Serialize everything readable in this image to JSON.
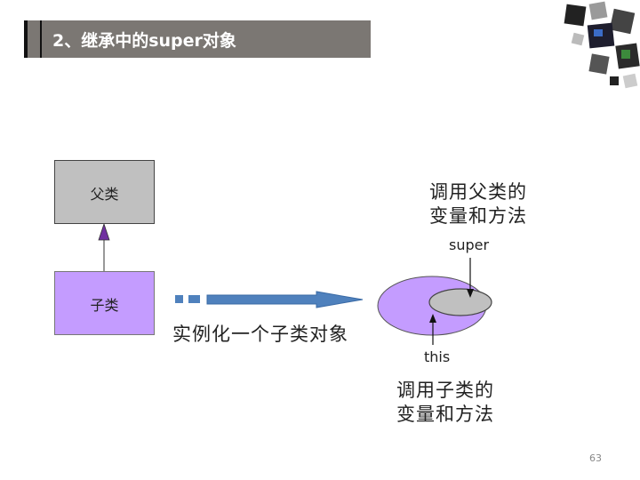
{
  "slide": {
    "title": "2、继承中的super对象",
    "page_number": "63"
  },
  "diagram": {
    "parent_label": "父类",
    "child_label": "子类",
    "instantiate_label": "实例化一个子类对象",
    "super_note_line1": "调用父类的",
    "super_note_line2": "变量和方法",
    "super_label": "super",
    "this_label": "this",
    "this_note_line1": "调用子类的",
    "this_note_line2": "变量和方法"
  },
  "colors": {
    "title_bar": "#7b7773",
    "parent_box": "#c0c0c0",
    "child_box": "#c49cff",
    "arrow_blue": "#4f81bd",
    "inheritance_arrow": "#7030a0"
  }
}
